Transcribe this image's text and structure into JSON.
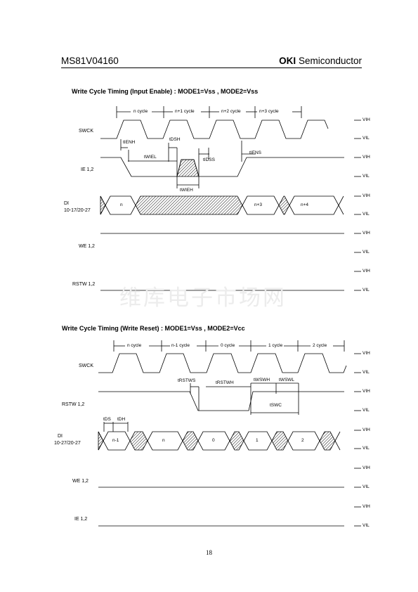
{
  "header": {
    "part_number": "MS81V04160",
    "brand": "OKI",
    "company": "Semiconductor"
  },
  "watermark": "维库电子市场网",
  "page_number": "18",
  "diagram1": {
    "title": "Write Cycle Timing (Input Enable)  :  MODE1=Vss , MODE2=Vss",
    "cycles": [
      "n cycle",
      "n+1 cycle",
      "n+2 cycle",
      "n+3 cycle"
    ],
    "signals": [
      "SWCK",
      "IE 1,2",
      "DI",
      "10-17/20-27",
      "WE 1,2",
      "RSTW 1,2"
    ],
    "data_labels": [
      "n",
      "n+3",
      "n+4"
    ],
    "timings": [
      "tIENH",
      "tDSH",
      "tWIEL",
      "tIDSS",
      "tIENS",
      "tWIEH"
    ]
  },
  "diagram2": {
    "title": "Write Cycle Timing (Write Reset)  :  MODE1=Vss , MODE2=Vcc",
    "cycles": [
      "n cycle",
      "n-1 cycle",
      "0 cycle",
      "1 cycle",
      "2 cycle"
    ],
    "signals": [
      "SWCK",
      "RSTW 1,2",
      "DI",
      "10-27/20-27",
      "WE 1,2",
      "IE 1,2"
    ],
    "data_labels": [
      "n-1",
      "n",
      "0",
      "1",
      "2"
    ],
    "timings": [
      "tDS",
      "tDH",
      "tRSTWS",
      "tRSTWH",
      "tWSWH",
      "tWSWL",
      "tSWC"
    ]
  },
  "levels": {
    "high": "VIH",
    "low": "VIL"
  }
}
